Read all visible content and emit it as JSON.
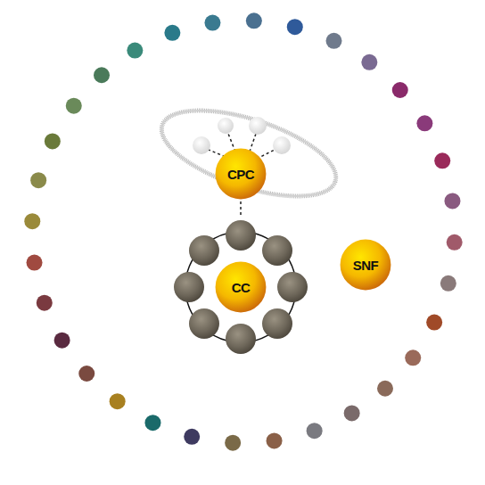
{
  "diagram": {
    "nodes": [
      {
        "text": [
          "CPC"
        ]
      },
      {
        "text": [
          "CC"
        ]
      },
      {
        "text": [
          "SNF"
        ]
      }
    ]
  }
}
